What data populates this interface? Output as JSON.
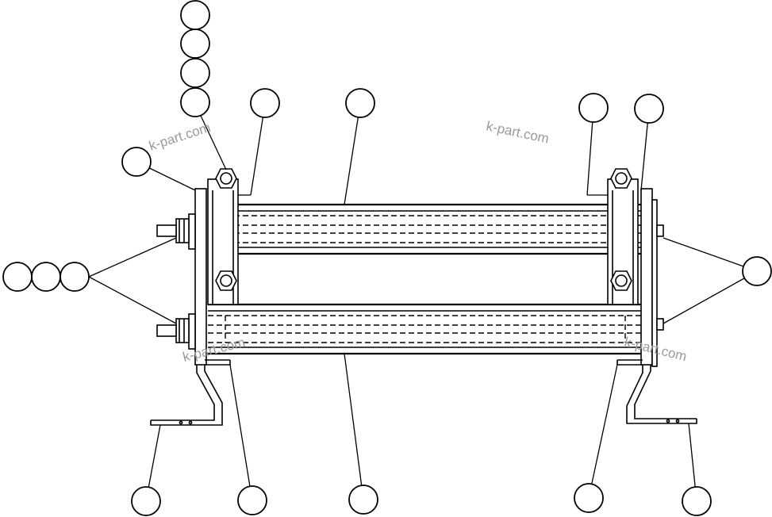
{
  "watermark": {
    "text": "k-part.com"
  },
  "callouts": [
    {
      "id": "c1"
    },
    {
      "id": "c2"
    },
    {
      "id": "c3"
    },
    {
      "id": "c4"
    },
    {
      "id": "c5"
    },
    {
      "id": "c6"
    },
    {
      "id": "c7"
    },
    {
      "id": "c8"
    },
    {
      "id": "c9"
    },
    {
      "id": "c10"
    },
    {
      "id": "c11"
    },
    {
      "id": "c12"
    },
    {
      "id": "c13"
    },
    {
      "id": "c14"
    },
    {
      "id": "c15"
    },
    {
      "id": "c16"
    },
    {
      "id": "c17"
    },
    {
      "id": "c18"
    },
    {
      "id": "c19"
    },
    {
      "id": "c20"
    },
    {
      "id": "c21"
    }
  ],
  "colors": {
    "line": "#000000",
    "background": "#ffffff",
    "watermark": "#9a9a9a"
  }
}
